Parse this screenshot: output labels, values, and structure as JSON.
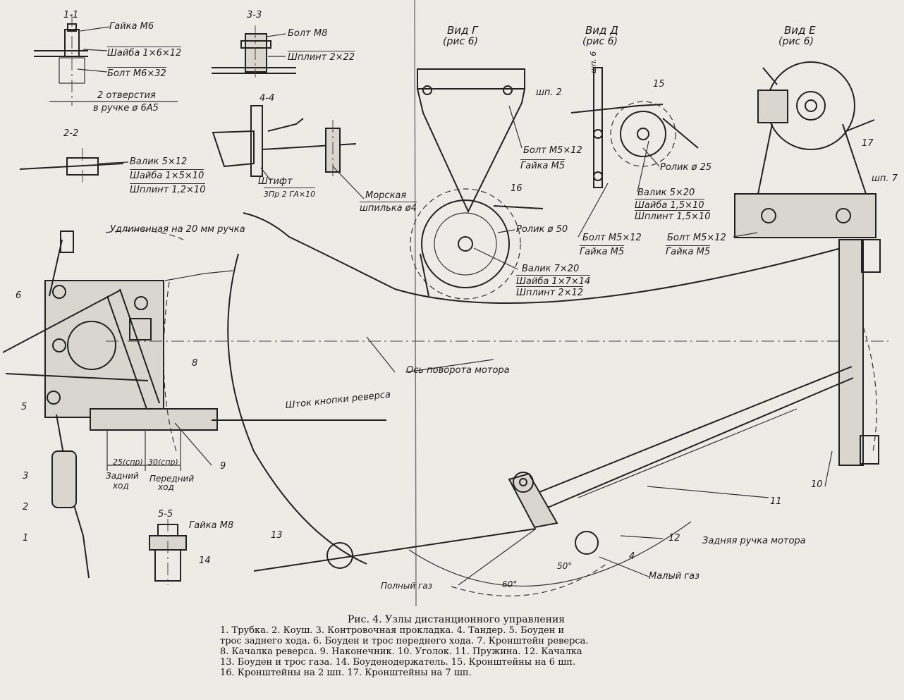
{
  "sections": {
    "s11": "1-1",
    "s22": "2-2",
    "s33": "3-3",
    "s44": "4-4",
    "s55": "5-5",
    "vid_g_title": "Вид Г",
    "vid_g_ref": "(рис 6)",
    "vid_d_title": "Вид Д",
    "vid_d_ref": "(рис 6)",
    "vid_e_title": "Вид Е",
    "vid_e_ref": "(рис 6)"
  },
  "callouts": {
    "c11_nut": "Гайка М6",
    "c11_washer": "Шайба 1×6×12",
    "c11_bolt": "Болт М6×32",
    "c11_holes1": "2 отверстия",
    "c11_holes2": "в ручке ø 6А5",
    "c22_shaft": "Валик 5×12",
    "c22_washer": "Шайба 1×5×10",
    "c22_pin": "Шплинт 1,2×10",
    "c33_bolt": "Болт М8",
    "c33_pin": "Шплинт 2×22",
    "c44_pin1": "Штифт",
    "c44_pin2": "3Пр 2 ГА×10",
    "c44_sea1": "Морская",
    "c44_sea2": "шпилька ø4",
    "g_sh2": "шп. 2",
    "g_bolt": "Болт М5×12",
    "g_nut": "Гайка М5",
    "g_roller": "Ролик ø 50",
    "g_shaft": "Валик 7×20",
    "g_washer": "Шайба 1×7×14",
    "g_pin": "Шплинт 2×12",
    "d_sh6": "шп. 6",
    "d_roller": "Ролик ø 25",
    "d_shaft": "Валик 5×20",
    "d_washer": "Шайба 1,5×10",
    "d_pin": "Шплинт 1,5×10",
    "d_bolt": "Болт М5×12",
    "d_nut": "Гайка М5",
    "e_sh7": "шп. 7",
    "e_bolt": "Болт М5×12",
    "e_nut": "Гайка М5",
    "handle": "Удлиненная на 20 мм ручка",
    "axis": "Ось поворота мотора",
    "rod": "Шток кнопки реверса",
    "dim25": "25(спр)",
    "dim30": "30(спр)",
    "back1": "Задний",
    "back2": "ход",
    "fwd1": "Передний",
    "fwd2": "ход",
    "c55_nut": "Гайка М8",
    "rear_handle": "Задняя ручка мотора",
    "full_gas": "Полный газ",
    "small_gas": "Малый газ",
    "angle60": "60°",
    "angle50": "50°"
  },
  "numbers": {
    "n15": "15",
    "n16": "16",
    "n17": "17",
    "n8": "8",
    "n9": "9",
    "n10": "10",
    "n11": "11",
    "n12": "12",
    "n13": "13",
    "n14": "14",
    "n4": "4",
    "n5": "5",
    "n6": "6",
    "n3": "3",
    "n2": "2",
    "n1": "1"
  },
  "caption": {
    "title": "Рис. 4. Узлы дистанционного управления",
    "line1": "1. Трубка. 2. Коуш. 3. Контровочная прокладка. 4. Тандер. 5. Боуден и",
    "line2": "трос заднего хода. 6. Боуден и трос переднего хода. 7. Кронштейн реверса.",
    "line3": "8. Качалка реверса. 9. Наконечник. 10. Уголок. 11. Пружина. 12. Качалка",
    "line4": "13. Боуден и трос газа. 14. Боуденодержатель. 15. Кронштейны на 6 шп.",
    "line5": "16. Кронштейны на 2 шп. 17. Кронштейны на 7 шп."
  }
}
